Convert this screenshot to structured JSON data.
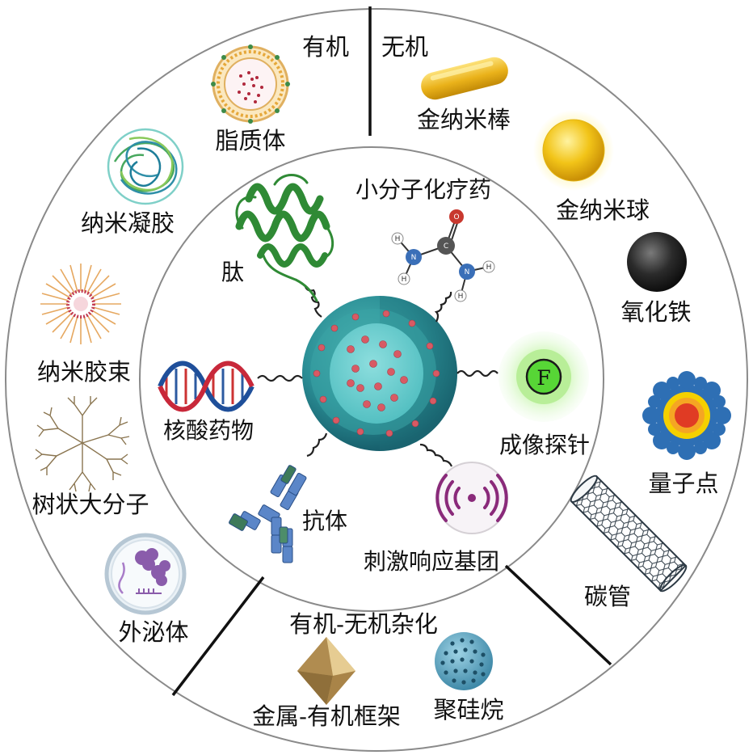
{
  "sections": {
    "organic": "有机",
    "inorganic": "无机",
    "hybrid": "有机-无机杂化"
  },
  "organic": {
    "liposome": "脂质体",
    "nanogel": "纳米凝胶",
    "micelle": "纳米胶束",
    "dendrimer": "树状大分子",
    "exosome": "外泌体"
  },
  "inorganic": {
    "gold_nanorod": "金纳米棒",
    "gold_nanosphere": "金纳米球",
    "iron_oxide": "氧化铁",
    "quantum_dot": "量子点",
    "carbon_nanotube": "碳管"
  },
  "hybrid": {
    "mof": "金属-有机框架",
    "polysiloxane": "聚硅烷"
  },
  "payloads": {
    "small_molecule": "小分子化疗药",
    "peptide": "肽",
    "nucleic_acid": "核酸药物",
    "imaging_probe": "成像探针",
    "antibody": "抗体",
    "stimuli_group": "刺激响应基团",
    "probe_letter": "F"
  }
}
